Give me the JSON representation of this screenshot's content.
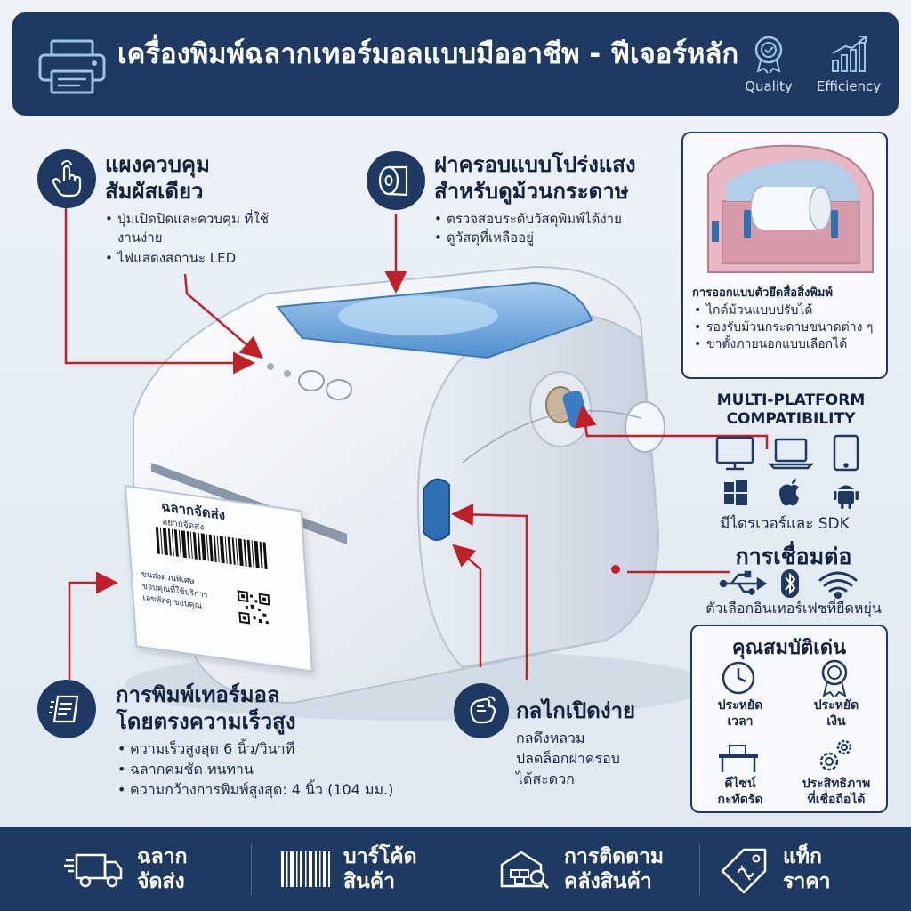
{
  "header": {
    "title": "เครื่องพิมพ์ฉลากเทอร์มอลแบบมืออาชีพ - ฟีเจอร์หลัก",
    "badges": [
      {
        "label": "Quality",
        "icon": "quality-ribbon-icon"
      },
      {
        "label": "Efficiency",
        "icon": "growth-chart-icon"
      }
    ]
  },
  "touch_panel": {
    "title_line1": "แผงควบคุม",
    "title_line2": "สัมผัสเดียว",
    "bullets": [
      "ปุ่มเปิดปิดและควบคุม ที่ใช้งานง่าย",
      "ไฟแสดงสถานะ LED"
    ],
    "icon": "touch-finger-icon"
  },
  "window_cover": {
    "title_line1": "ฝาครอบแบบโปร่งแสง",
    "title_line2": "สำหรับดูม้วนกระดาษ",
    "bullets": [
      "ตรวจสอบระดับวัสดุพิมพ์ได้ง่าย",
      "ดูวัสดุที่เหลืออยู่"
    ],
    "icon": "paper-roll-icon"
  },
  "media_holder": {
    "title": "การออกแบบตัวยึดสื่อสิ่งพิมพ์",
    "bullets": [
      "ไกด์ม้วนแบบปรับได้",
      "รองรับม้วนกระดาษขนาดต่าง ๆ",
      "ขาตั้งภายนอกแบบเลือกได้"
    ]
  },
  "platform": {
    "title_line1": "MULTI-PLATFORM",
    "title_line2": "COMPATIBILITY",
    "caption": "มีไดรเวอร์และ SDK",
    "icons": [
      "desktop-icon",
      "laptop-icon",
      "tablet-icon",
      "windows-icon",
      "apple-icon",
      "android-icon"
    ]
  },
  "connectivity": {
    "title": "การเชื่อมต่อ",
    "caption": "ตัวเลือกอินเทอร์เฟซที่ยืดหยุ่น",
    "icons": [
      "usb-icon",
      "bluetooth-icon",
      "wifi-icon"
    ]
  },
  "features": {
    "title": "คุณสมบัติเด่น",
    "items": [
      {
        "line1": "ประหยัด",
        "line2": "เวลา",
        "icon": "clock-icon"
      },
      {
        "line1": "ประหยัด",
        "line2": "เงิน",
        "icon": "medal-icon"
      },
      {
        "line1": "ดีไซน์",
        "line2": "กะทัดรัด",
        "icon": "desk-icon"
      },
      {
        "line1": "ประสิทธิภาพ",
        "line2": "ที่เชื่อถือได้",
        "icon": "gears-icon"
      }
    ]
  },
  "direct_thermal": {
    "title_line1": "การพิมพ์เทอร์มอล",
    "title_line2": "โดยตรงความเร็วสูง",
    "bullets": [
      "ความเร็วสูงสุด 6 นิ้ว/วินาที",
      "ฉลากคมชัด ทนทาน",
      "ความกว้างการพิมพ์สูงสุด: 4 นิ้ว (104 มม.)"
    ],
    "icon": "thermal-receipt-icon"
  },
  "easy_open": {
    "title": "กลไกเปิดง่าย",
    "text_lines": [
      "กลดึงหลวม",
      "ปลดล็อกฝาครอบ",
      "ได้สะดวก"
    ],
    "icon": "hand-pull-icon"
  },
  "label": {
    "heading": "ฉลากจัดส่ง",
    "small_text": "อยากจัดส่ง",
    "lines": [
      "ขนส่งด่วนพิเศษ",
      "ขอบคุณที่ใช้บริการ",
      "เลขพัสดุ ขอบคุณ"
    ]
  },
  "footer": {
    "items": [
      {
        "line1": "ฉลาก",
        "line2": "จัดส่ง",
        "icon": "delivery-truck-icon"
      },
      {
        "line1": "บาร์โค้ด",
        "line2": "สินค้า",
        "icon": "barcode-icon"
      },
      {
        "line1": "การติดตาม",
        "line2": "คลังสินค้า",
        "icon": "warehouse-search-icon"
      },
      {
        "line1": "แท็ก",
        "line2": "ราคา",
        "icon": "price-tag-icon"
      }
    ]
  },
  "colors": {
    "navy": "#1e3a63",
    "arrow_red": "#c0202a",
    "cover_blue": "#5d9bd6",
    "latch_blue": "#2f6fb3"
  }
}
